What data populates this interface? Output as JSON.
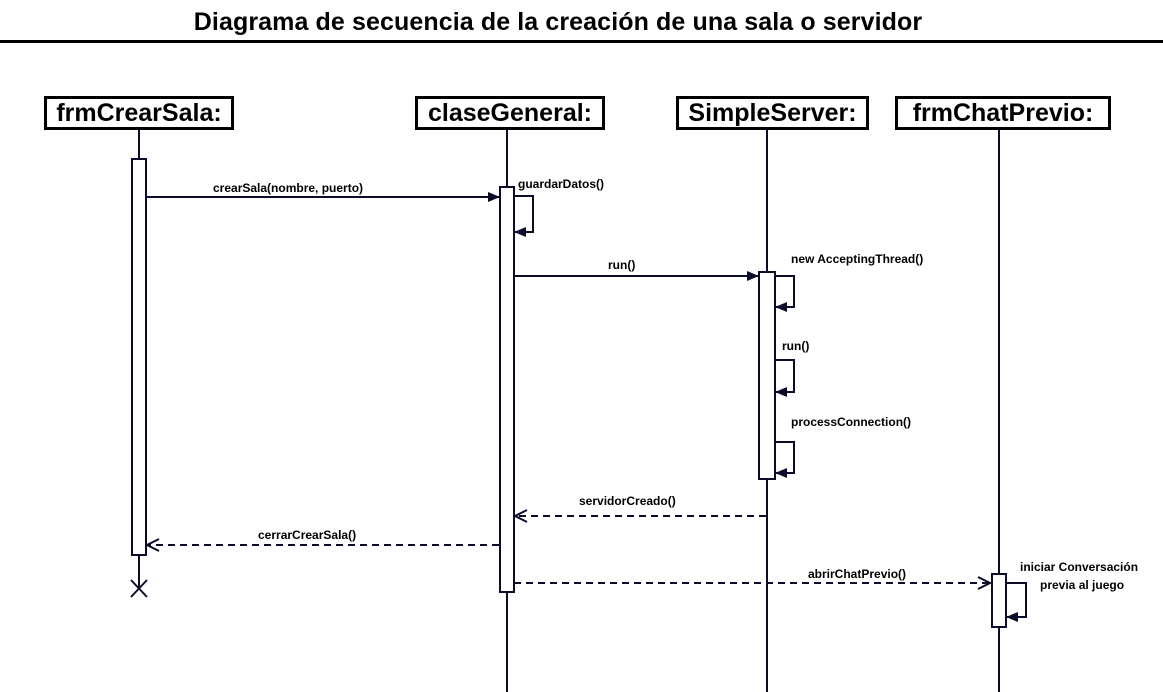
{
  "title": "Diagrama de secuencia de la creación de una sala o servidor",
  "objects": {
    "frm_crear_sala": "frmCrearSala:",
    "clase_general": "claseGeneral:",
    "simple_server": "SimpleServer:",
    "frm_chat_previo": "frmChatPrevio:"
  },
  "messages": {
    "crear_sala": "crearSala(nombre, puerto)",
    "guardar_datos": "guardarDatos()",
    "run_call": "run()",
    "new_accepting_thread": "new AcceptingThread()",
    "run_self": "run()",
    "process_connection": "processConnection()",
    "servidor_creado": "servidorCreado()",
    "cerrar_crear_sala": "cerrarCrearSala()",
    "abrir_chat_previo": "abrirChatPrevio()",
    "iniciar_conversacion_line1": "iniciar Conversación",
    "iniciar_conversacion_line2": "previa al juego"
  },
  "colors": {
    "line": "#0b0b2a",
    "text": "#000000"
  }
}
